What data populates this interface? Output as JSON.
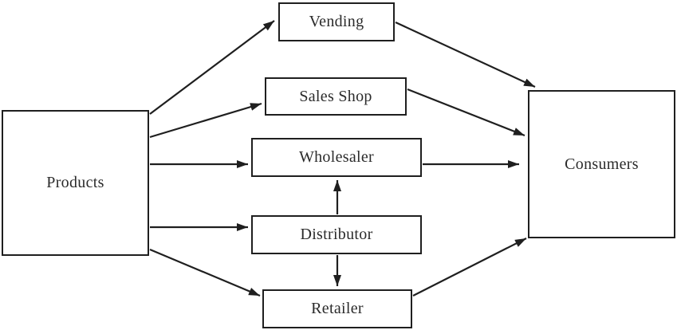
{
  "diagram": {
    "type": "flow-diagram",
    "description": "Distribution channels from Products to Consumers",
    "colors": {
      "line": "#1f1f1f",
      "box_border": "#1f1f1f",
      "box_fill": "#ffffff",
      "text": "#2b2b2b",
      "background": "#ffffff"
    },
    "nodes": {
      "products": {
        "label": "Products"
      },
      "vending": {
        "label": "Vending"
      },
      "sales_shop": {
        "label": "Sales Shop"
      },
      "wholesaler": {
        "label": "Wholesaler"
      },
      "distributor": {
        "label": "Distributor"
      },
      "retailer": {
        "label": "Retailer"
      },
      "consumers": {
        "label": "Consumers"
      }
    },
    "edges": [
      {
        "from": "products",
        "to": "vending",
        "direction": "arrow"
      },
      {
        "from": "products",
        "to": "sales_shop",
        "direction": "arrow"
      },
      {
        "from": "products",
        "to": "wholesaler",
        "direction": "arrow"
      },
      {
        "from": "products",
        "to": "distributor",
        "direction": "arrow"
      },
      {
        "from": "products",
        "to": "retailer",
        "direction": "arrow"
      },
      {
        "from": "vending",
        "to": "consumers",
        "direction": "arrow"
      },
      {
        "from": "sales_shop",
        "to": "consumers",
        "direction": "arrow"
      },
      {
        "from": "wholesaler",
        "to": "consumers",
        "direction": "arrow"
      },
      {
        "from": "retailer",
        "to": "consumers",
        "direction": "arrow"
      },
      {
        "from": "distributor",
        "to": "wholesaler",
        "direction": "arrow"
      },
      {
        "from": "distributor",
        "to": "retailer",
        "direction": "arrow"
      }
    ]
  }
}
